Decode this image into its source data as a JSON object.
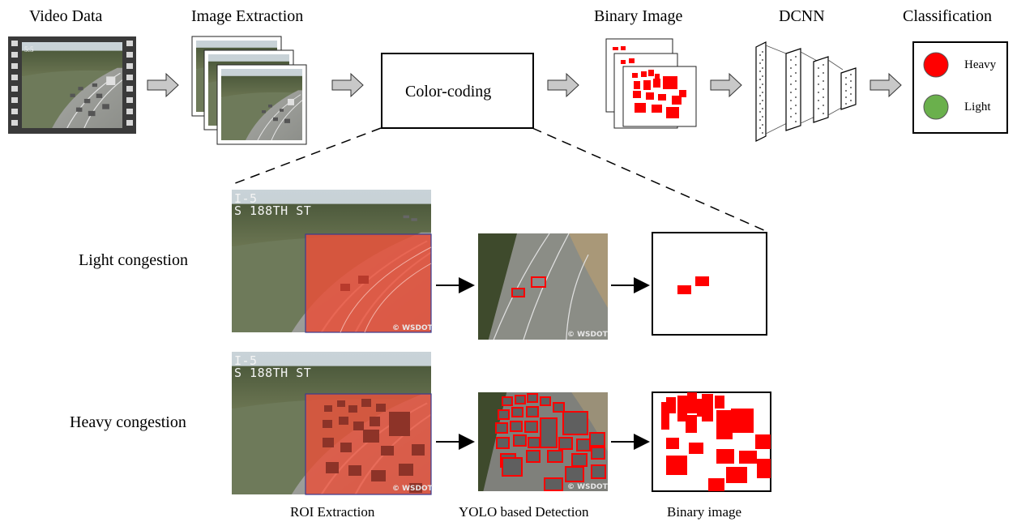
{
  "pipeline": {
    "video_data_label": "Video Data",
    "image_extraction_label": "Image Extraction",
    "color_coding_label": "Color-coding",
    "binary_image_label": "Binary Image",
    "dcnn_label": "DCNN",
    "classification_label": "Classification",
    "video_frame_text": "5:5"
  },
  "classification": {
    "heavy_label": "Heavy",
    "light_label": "Light",
    "heavy_color": "#ff0000",
    "light_color": "#6ab04c"
  },
  "rows": {
    "light_label": "Light congestion",
    "heavy_label": "Heavy congestion"
  },
  "camera": {
    "line1": "I-5",
    "line2": "S 188TH ST",
    "watermark": "© WSDOT"
  },
  "stages": {
    "roi_label": "ROI Extraction",
    "yolo_label": "YOLO based Detection",
    "binary_label": "Binary image"
  },
  "colors": {
    "roi_overlay": "#e8503a",
    "detection_box": "#ff0000",
    "arrow_fill": "#c8c8c8"
  }
}
